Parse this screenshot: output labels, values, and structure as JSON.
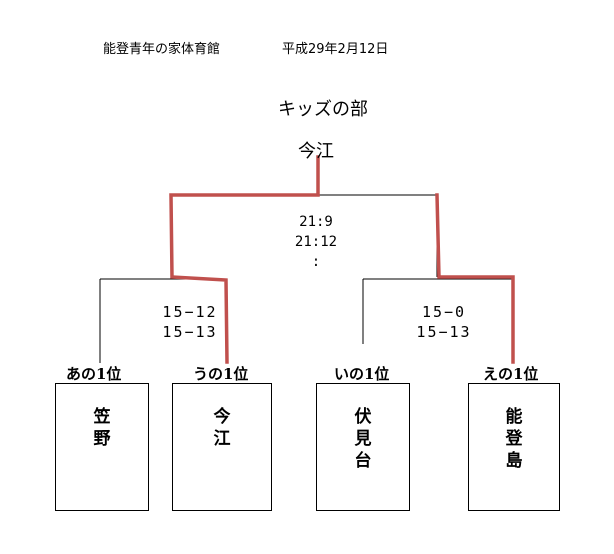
{
  "header": {
    "venue": "能登青年の家体育館",
    "date": "平成29年2月12日"
  },
  "title": "キッズの部",
  "winner": "今江",
  "final_scores": [
    "21:9",
    "21:12",
    ":"
  ],
  "left_semifinal_scores": [
    "15−12",
    "15−13"
  ],
  "right_semifinal_scores": [
    "15−0",
    "15−13"
  ],
  "teams": [
    {
      "seed": "あの1位",
      "name_chars": [
        "笠",
        "野"
      ]
    },
    {
      "seed": "うの1位",
      "name_chars": [
        "今",
        "江"
      ]
    },
    {
      "seed": "いの1位",
      "name_chars": [
        "伏",
        "見",
        "台"
      ]
    },
    {
      "seed": "えの1位",
      "name_chars": [
        "能",
        "登",
        "島"
      ]
    }
  ],
  "colors": {
    "winner_path": "#c0504d",
    "bracket_line": "#000000"
  }
}
